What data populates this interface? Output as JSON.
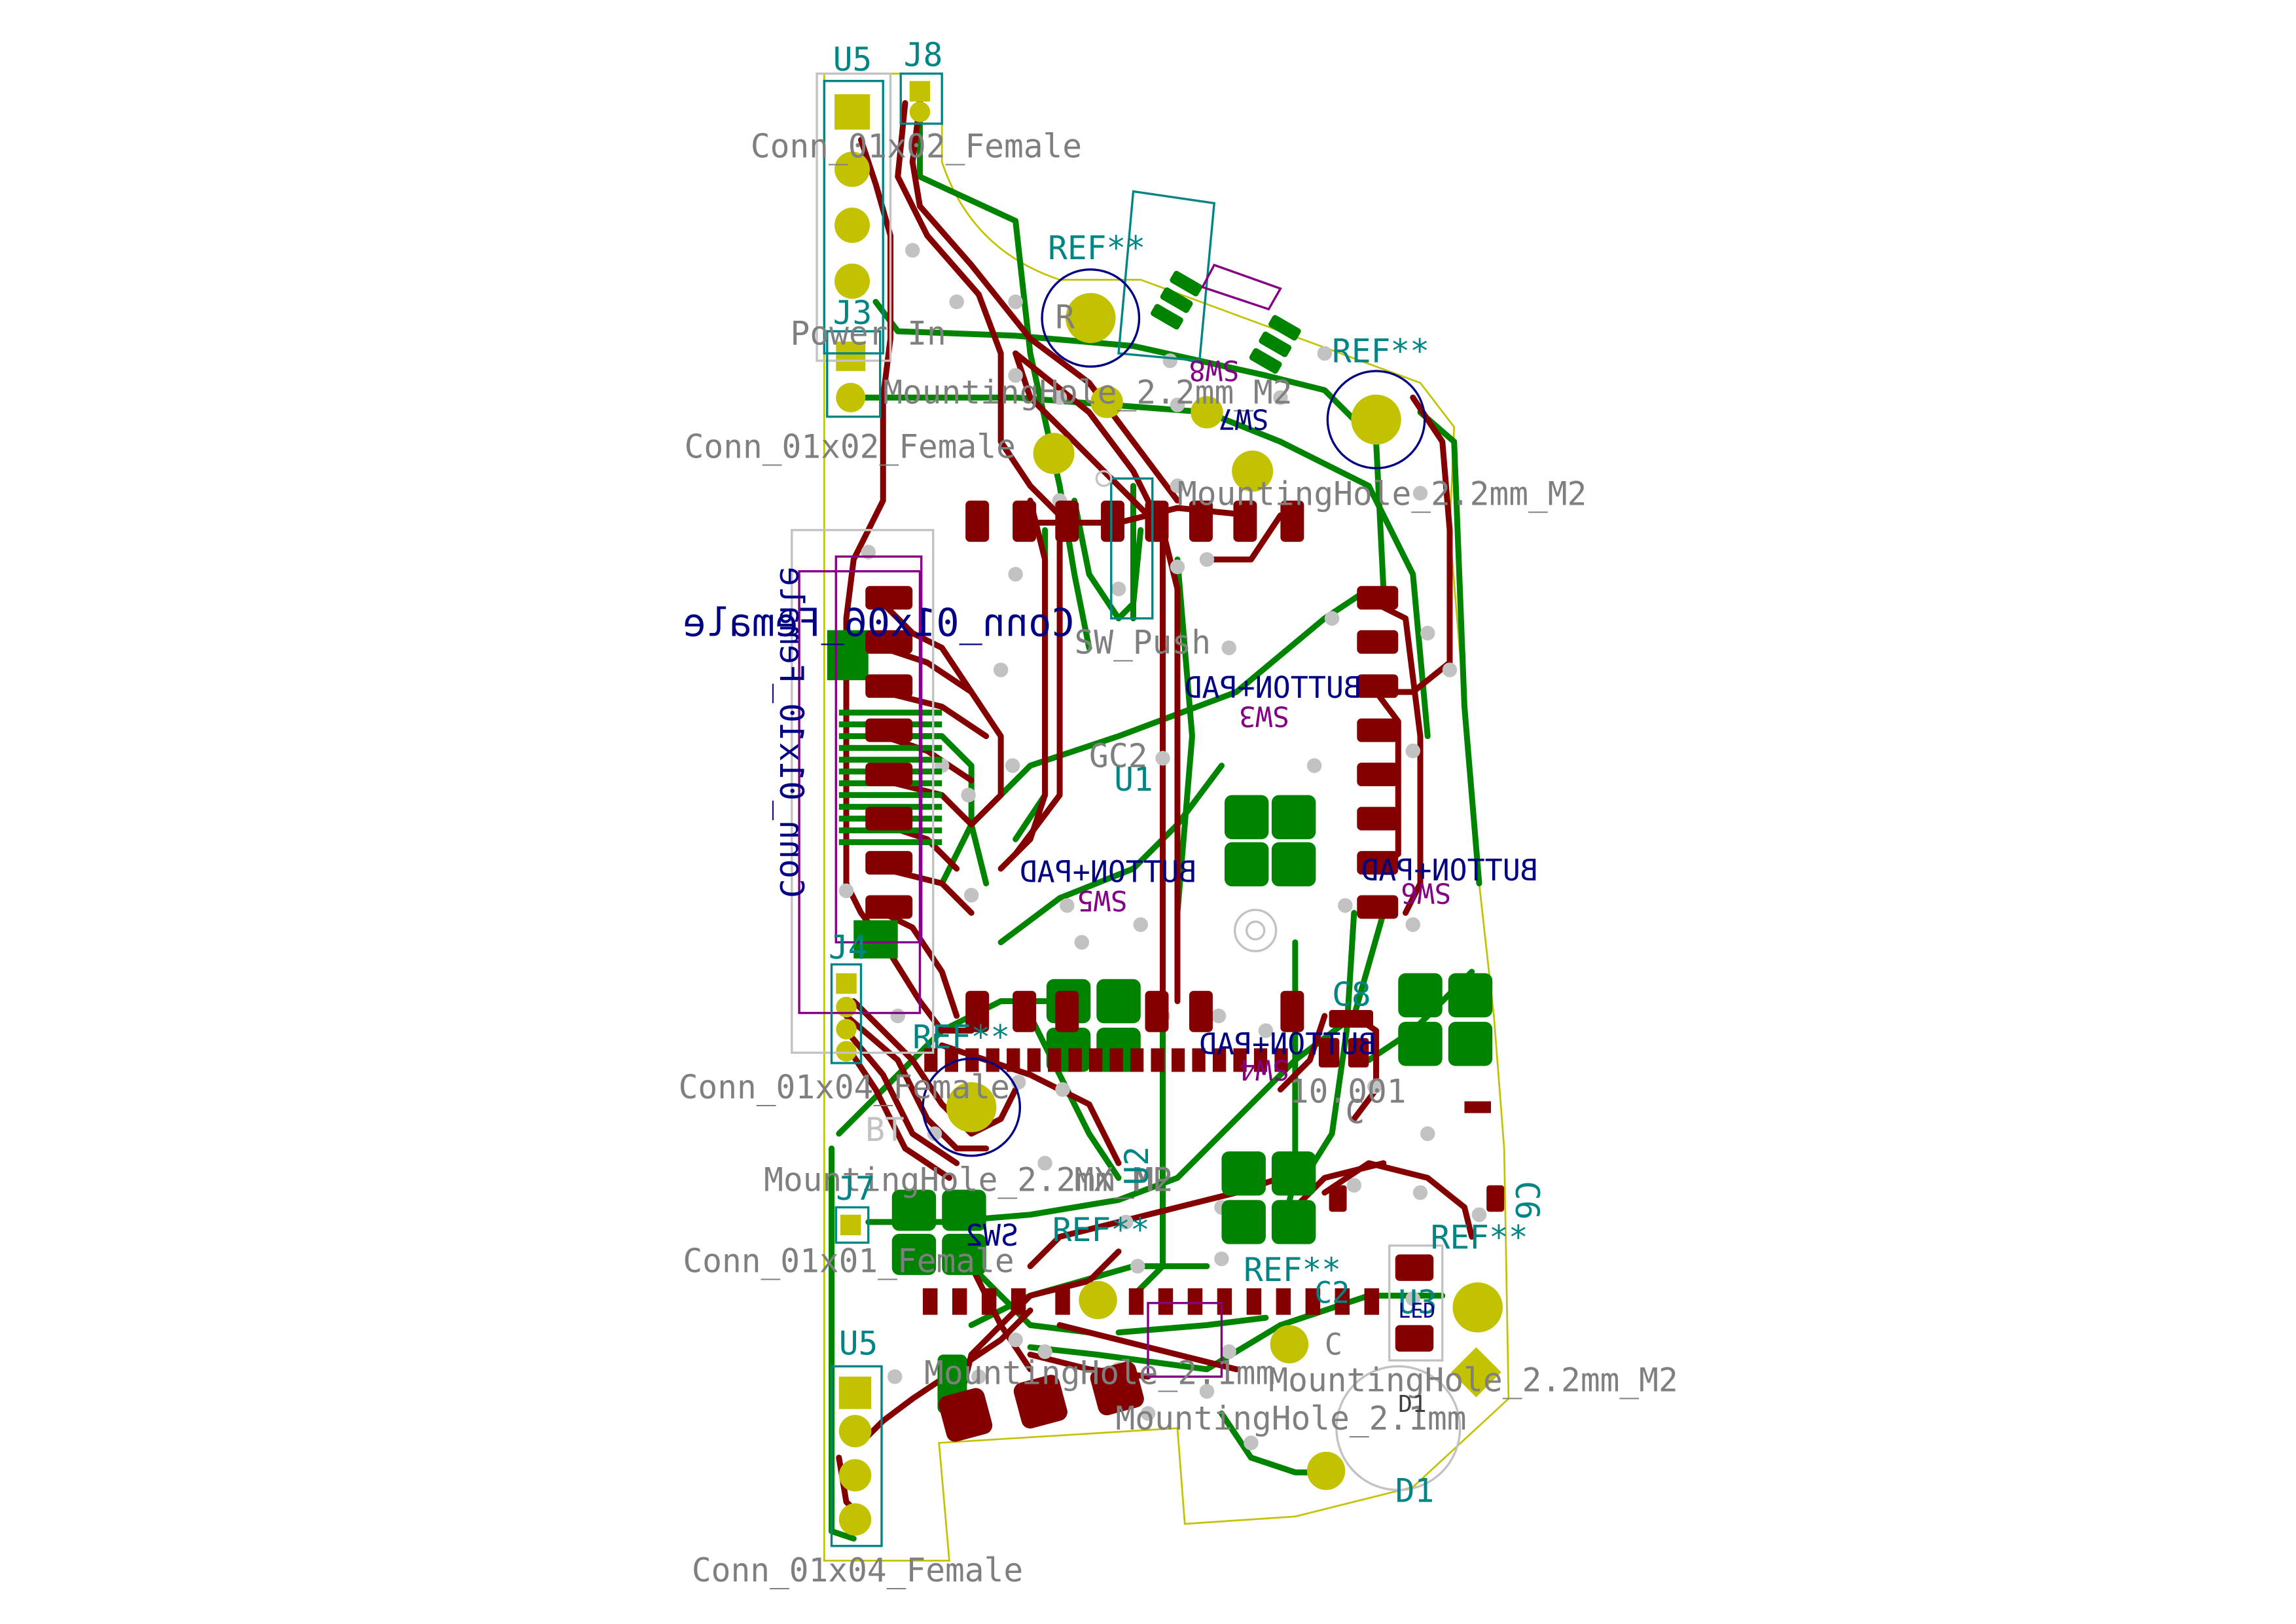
{
  "view": {
    "title": "",
    "colors": {
      "background": "#ffffff",
      "board_outline": "#c2c200",
      "front_copper": "#840000",
      "back_copper": "#008400",
      "pad": "#c2c200",
      "via": "#c2c2c2",
      "silkscreen_ref": "#008484",
      "fab_value": "#7f7f7f",
      "back_silk": "#000084",
      "courtyard": "#840084",
      "user_drawing": "#c2c2c2"
    }
  },
  "labels": {
    "u5_top": "U5",
    "j8": "J8",
    "conn_01x02_top": "Conn_01x02_Female",
    "j3": "J3",
    "power_in": "Power In",
    "mh_top_1": "MountingHole_2.2mm_M2",
    "conn_01x02_mid": "Conn_01x02_Female",
    "ref_a": "REF**",
    "ref_a2": "R",
    "ref_b": "REF**",
    "mh_right_top": "MountingHole_2.2mm_M2",
    "sw8": "SW8",
    "sw7": "SW7",
    "sw_push": "SW_Push",
    "conn_01x06": "Conn_01x06_Female",
    "conn_01x10": "Conn_01x10_Female",
    "buttonpad_1": "BUTTON+PAD",
    "sw3": "SW3",
    "gc2": "GC2",
    "u1": "U1",
    "buttonpad_2": "BUTTON+PAD",
    "sw5": "SW5",
    "buttonpad_3": "BUTTON+PAD",
    "sw6": "SW6",
    "j4": "J4",
    "c8": "C8",
    "buttonpad_4": "BUTTON+PAD",
    "sw4": "SW4",
    "r001": "10.001",
    "c_mark": "C",
    "conn_01x04_mid": "Conn_01x04_Female",
    "bt": "BT",
    "ref_c": "REF**",
    "mh_mid": "MountingHole_2.2mm_M2",
    "mx_mp": "MX_MP",
    "u2": "U2",
    "c6": "C6",
    "j7": "J7",
    "ref_d": "REF**",
    "ref_e": "REF**",
    "ref_f": "REF**",
    "conn_01x01": "Conn_01x01_Female",
    "sw2": "SW2",
    "c2": "C2",
    "u3": "U3",
    "mh_bottom_1": "MountingHole_2.1mm",
    "mh_bottom_2": "MountingHole_2.1mm",
    "mh_right_bottom": "MountingHole_2.2mm_M2",
    "d1": "D1",
    "d1_small": "D1",
    "u5_bottom": "U5",
    "conn_01x04_bottom": "Conn_01x04_Female",
    "c_small": "C",
    "led": "LED"
  }
}
